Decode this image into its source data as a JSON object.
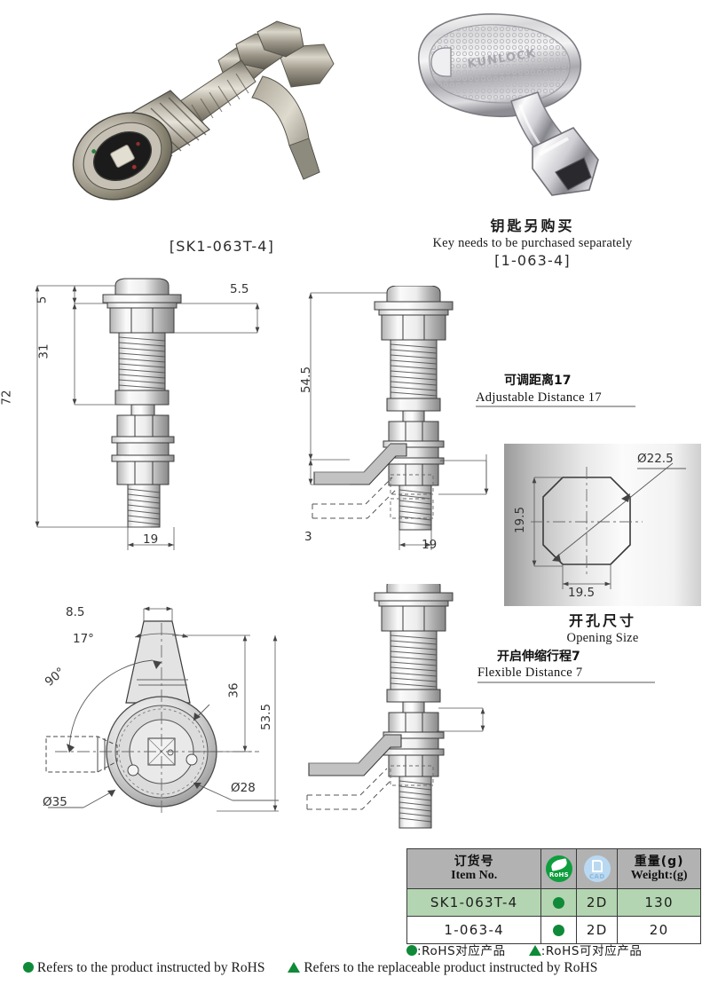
{
  "photos": {
    "lock": {
      "alt": "SK1-063T-4 compression cam lock"
    },
    "key": {
      "alt": "1-063-4 triangular socket key",
      "emboss": "KUNLOCK"
    }
  },
  "captions": {
    "lock_code": "[SK1-063T-4]",
    "key_note_cn": "钥匙另购买",
    "key_note_en": "Key needs to be purchased separately",
    "key_code": "[1-063-4]"
  },
  "drawings": {
    "front_view": {
      "dims": [
        "5",
        "31",
        "72",
        "5.5",
        "19"
      ]
    },
    "side_view_top": {
      "dims": [
        "54.5",
        "3",
        "19"
      ],
      "note_cn": "可调距离17",
      "note_en": "Adjustable Distance 17"
    },
    "side_view_bottom": {
      "note_cn": "开启伸缩行程7",
      "note_en": "Flexible Distance 7"
    },
    "plan_view": {
      "dims": [
        "8.5",
        "17°",
        "90°",
        "36",
        "53.5",
        "Ø28",
        "Ø35"
      ]
    },
    "opening": {
      "diameter": "Ø22.5",
      "height": "19.5",
      "width": "19.5",
      "title_cn": "开孔尺寸",
      "title_en": "Opening Size"
    }
  },
  "table": {
    "headers": [
      {
        "cn": "订货号",
        "en": "Item No."
      },
      {
        "icon": "rohs-icon",
        "label": "RoHS"
      },
      {
        "icon": "cad-icon",
        "label": "CAD"
      },
      {
        "cn": "重量(g)",
        "en": "Weight:(g)"
      }
    ],
    "rows": [
      {
        "item": "SK1-063T-4",
        "rohs": "●",
        "cad": "2D",
        "weight": "130",
        "highlight": true
      },
      {
        "item": "1-063-4",
        "rohs": "●",
        "cad": "2D",
        "weight": "20",
        "highlight": false
      }
    ]
  },
  "legend": {
    "cn_circle": ":RoHS对应产品",
    "cn_triangle": ":RoHS可对应产品",
    "en_circle": "Refers to the product instructed by RoHS",
    "en_triangle": "Refers to the replaceable product instructed by RoHS"
  },
  "colors": {
    "rohs_green": "#0f9e3e",
    "cad_blue": "#b9d9f2",
    "row_highlight": "#b3d5b1",
    "header_gray": "#b2b2b2"
  }
}
